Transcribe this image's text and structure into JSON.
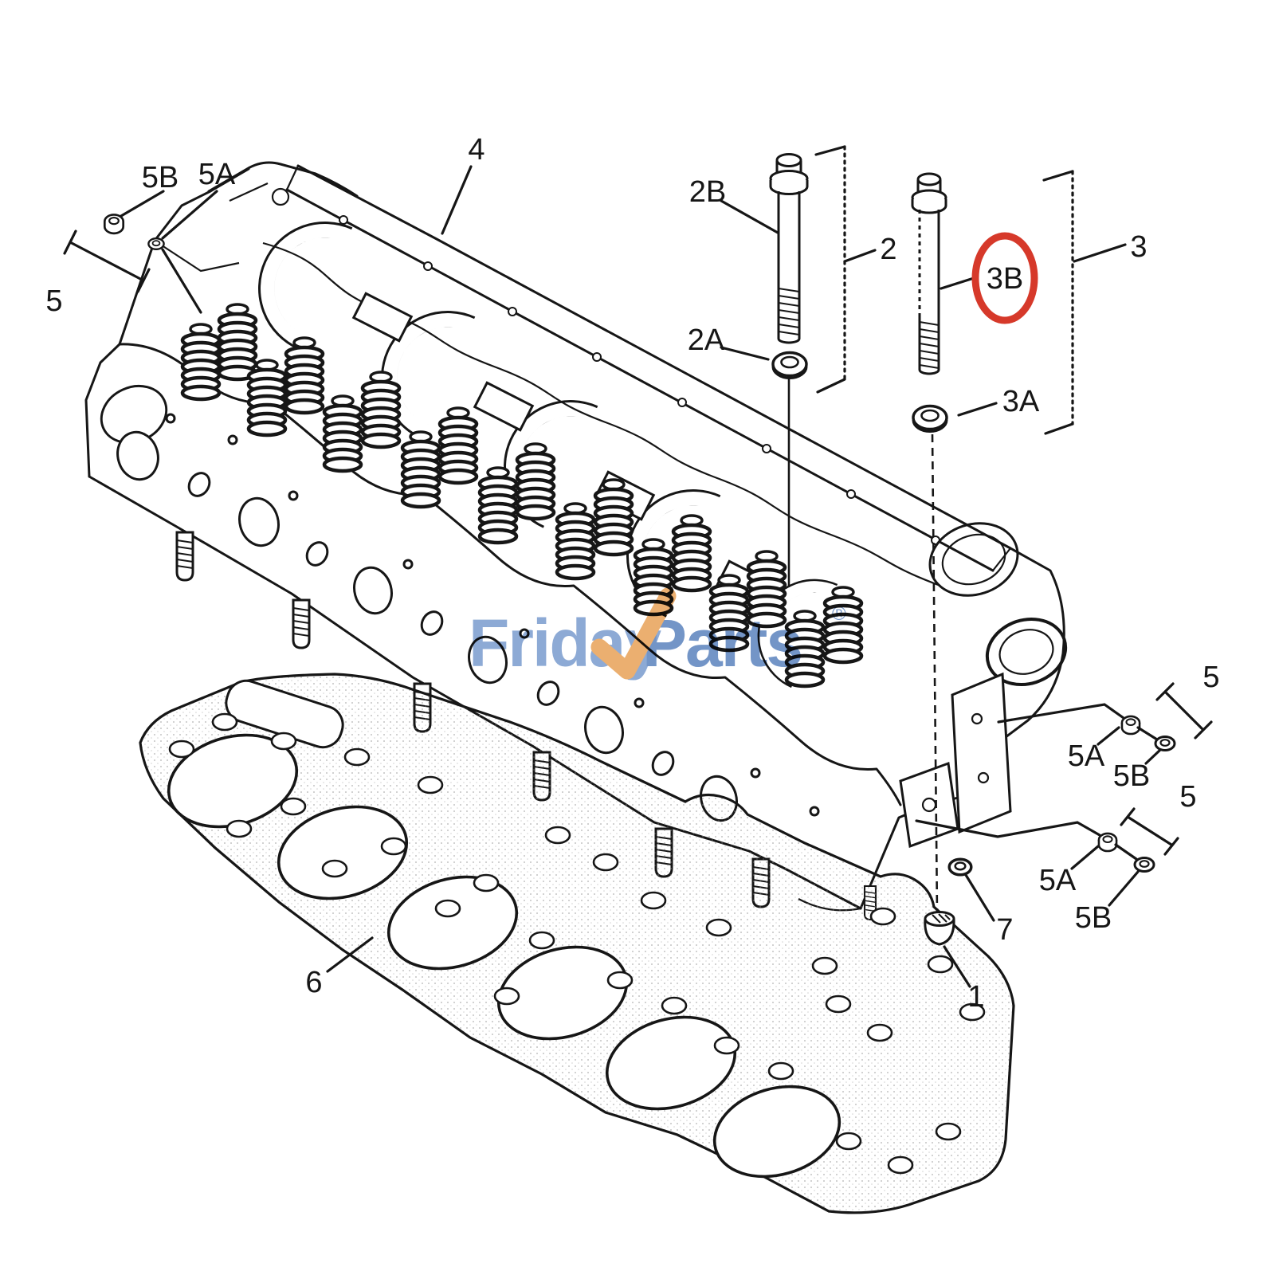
{
  "watermark": {
    "word1": "Friday",
    "word2": "Parts",
    "registered": "®",
    "blue1": "#7d9ecf",
    "blue2": "#5f86c0",
    "orange": "#e9a45c"
  },
  "highlight": {
    "circle_color": "#d6392a",
    "circled_label": "3B"
  },
  "callouts": {
    "c1": "1",
    "c2": "2",
    "c2a": "2A",
    "c2b": "2B",
    "c3": "3",
    "c3a": "3A",
    "c3b": "3B",
    "c4": "4",
    "c5_left": "5",
    "c5a_left": "5A",
    "c5b_left": "5B",
    "c5_right_upper": "5",
    "c5a_right_upper": "5A",
    "c5b_right_upper": "5B",
    "c5_right_lower": "5",
    "c5a_right_lower": "5A",
    "c5b_right_lower": "5B",
    "c6": "6",
    "c7": "7"
  }
}
